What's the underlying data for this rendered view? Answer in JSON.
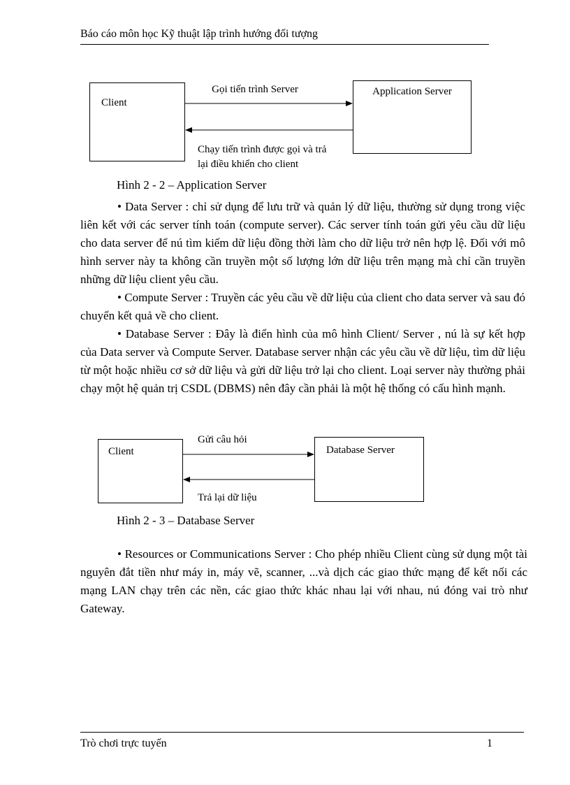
{
  "header": {
    "title": "Báo cáo môn học Kỹ thuật lập trình hướng đối tượng"
  },
  "diagram1": {
    "left_box": "Client",
    "right_box": "Application Server",
    "top_arrow_label": "Gọi tiến trình Server",
    "bottom_arrow_label": "Chạy tiến trình được gọi và trả lại điều khiển cho client",
    "caption": "Hình 2 - 2 – Application Server"
  },
  "paragraphs": [
    "• Data Server : chỉ sử dụng để lưu trữ và quản lý dữ liệu, thường sử dụng trong việc liên kết với các server tính toán (compute server). Các server tính toán gửi yêu cầu dữ liệu cho data server để nú tìm kiếm dữ liệu đồng thời làm cho dữ liệu trở nên hợp lệ. Đối với mô hình server này ta không cần truyền một số lượng lớn dữ liệu trên mạng mà chỉ cần truyền những dữ liệu client yêu cầu.",
    "• Compute Server : Truyền các yêu cầu về dữ liệu của client cho data server và sau đó chuyển kết quả về cho client.",
    "• Database Server : Đây là điển hình của mô hình Client/ Server , nú là sự kết hợp của Data server và Compute Server. Database server nhận các yêu cầu về dữ liệu, tìm dữ liệu từ một hoặc nhiều cơ sở dữ liệu và gửi dữ liệu trở lại cho client. Loại server này thường phải chạy một hệ quản trị CSDL (DBMS) nên đây cần phải là một hệ thống có cấu hình mạnh.",
    "• Resources or Communications Server : Cho phép nhiều Client cùng sử dụng một tài nguyên đắt tiền như máy in, máy vẽ, scanner, ...và dịch các giao thức mạng để kết nối các mạng LAN chạy trên các nền, các giao thức khác nhau lại với nhau, nú đóng vai trò như Gateway."
  ],
  "diagram2": {
    "left_box": "Client",
    "right_box": "Database Server",
    "top_arrow_label": "Gửi câu hỏi",
    "bottom_arrow_label": "Trả lại dữ liệu",
    "caption": "Hình 2 - 3 – Database Server"
  },
  "footer": {
    "title": "Trò chơi trực tuyến",
    "page_number": "1"
  }
}
